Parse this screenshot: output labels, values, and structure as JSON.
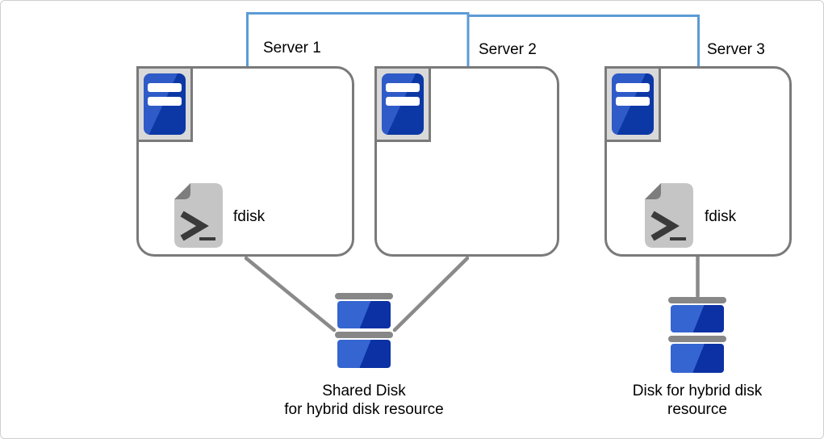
{
  "servers": [
    {
      "label": "Server 1",
      "tool_label": "fdisk"
    },
    {
      "label": "Server 2"
    },
    {
      "label": "Server 3",
      "tool_label": "fdisk"
    }
  ],
  "shared_disk": {
    "label_line1": "Shared Disk",
    "label_line2": "for hybrid disk resource"
  },
  "local_disk": {
    "label_line1": "Disk for hybrid disk",
    "label_line2": "resource"
  },
  "colors": {
    "network_line": "#5B9BD5",
    "connector_line": "#8A8A8A",
    "box_border": "#7A7A7A",
    "icon_plate": "#D9D9D9",
    "server_blue_light": "#2E5BC8",
    "server_blue_dark": "#0C38A6",
    "disk_blue_light": "#3565D0",
    "disk_blue_dark": "#0B31A4",
    "disk_cap_gray": "#878787",
    "file_icon_body": "#C5C5C5",
    "file_icon_fold": "#7D7D7D",
    "file_icon_glyph": "#3A3A3A"
  }
}
